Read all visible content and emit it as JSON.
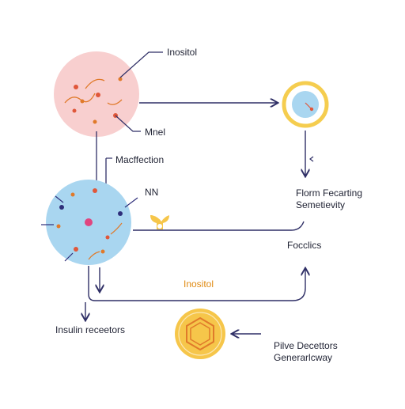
{
  "labels": {
    "inositol_top": "Inositol",
    "mnel": "Mnel",
    "macfection": "Macffection",
    "nn": "NN",
    "florm_line1": "Florm Fecarting",
    "florm_line2": "Semetievity",
    "focclics": "Focclics",
    "inositol_mid": "Inositol",
    "insulin": "Insulin receetors",
    "pilve_line1": "Pilve Decettors",
    "pilve_line2": "Generarlcway"
  },
  "colors": {
    "pink_cell": "#f8cfcf",
    "blue_cell": "#a9d6f0",
    "ring_yellow": "#f5cd4f",
    "inner_blue": "#a9d6f0",
    "hex_gold": "#f6c64a",
    "arrow": "#2f2f66",
    "orange": "#e07a2a",
    "red_dot": "#e0573a",
    "magenta": "#e0457f",
    "navy_dot": "#2e2e7a",
    "label_orange": "#e08a12",
    "text": "#1f2233"
  },
  "icons": {
    "receptor": "receptor-y-icon",
    "hexagon": "hexagon-icon"
  }
}
